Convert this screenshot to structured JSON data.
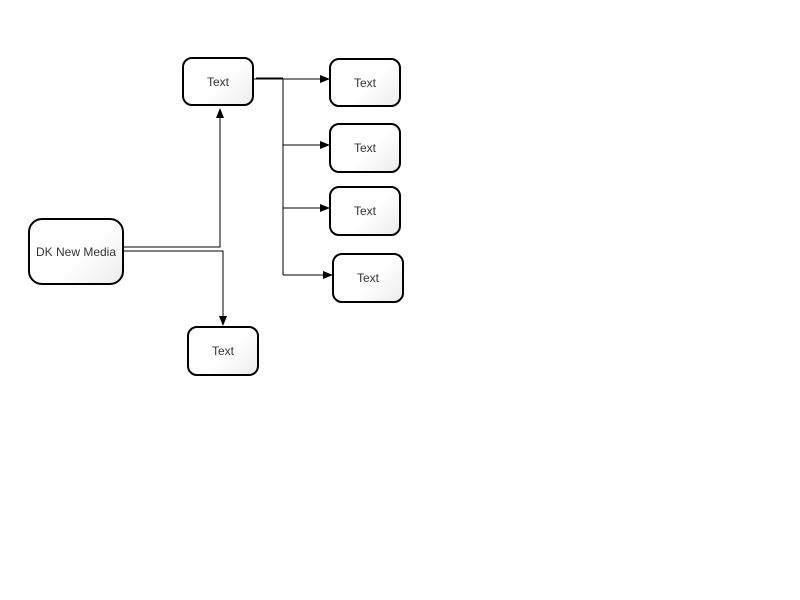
{
  "diagram": {
    "root": {
      "label": "DK New Media"
    },
    "top_node": {
      "label": "Text"
    },
    "bottom_node": {
      "label": "Text"
    },
    "children": [
      {
        "label": "Text"
      },
      {
        "label": "Text"
      },
      {
        "label": "Text"
      },
      {
        "label": "Text"
      }
    ]
  },
  "colors": {
    "stroke": "#000000",
    "connector": "#000000",
    "node_fill": "#ffffff",
    "node_gradient_end": "#ececec",
    "text": "#333333",
    "background": "#ffffff"
  }
}
